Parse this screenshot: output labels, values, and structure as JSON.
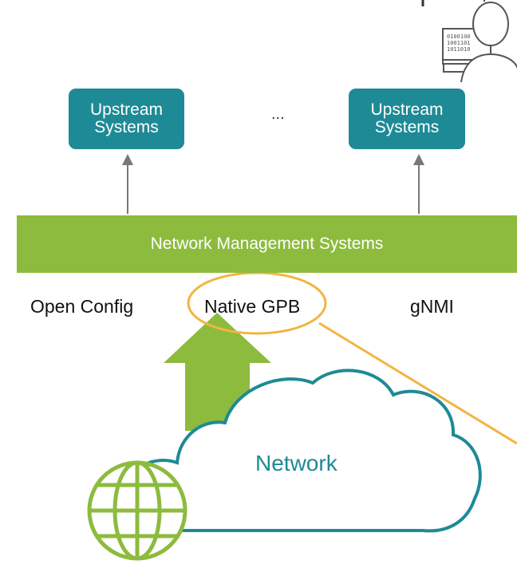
{
  "upstream_left": {
    "line1": "Upstream",
    "line2": "Systems"
  },
  "upstream_right": {
    "line1": "Upstream",
    "line2": "Systems"
  },
  "ellipsis": "...",
  "nms_label": "Network Management Systems",
  "protocols": {
    "open_config": "Open Config",
    "native_gpb": "Native GPB",
    "gnmi": "gNMI"
  },
  "network_label": "Network",
  "icons": [
    "user-terminal-icon",
    "globe-icon",
    "cloud-icon",
    "up-arrow-icon"
  ],
  "colors": {
    "teal": "#1e8a96",
    "green": "#8dbb3d",
    "highlight": "#f2b540"
  }
}
